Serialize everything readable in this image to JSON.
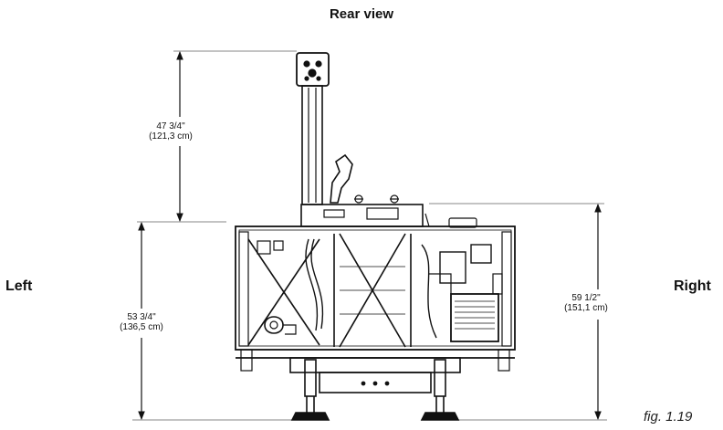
{
  "title": "Rear view",
  "side_labels": {
    "left": "Left",
    "right": "Right"
  },
  "figure_label": "fig. 1.19",
  "dimensions": {
    "column_height": {
      "imperial": "47 3/4\"",
      "metric": "(121,3 cm)"
    },
    "left_height": {
      "imperial": "53 3/4\"",
      "metric": "(136,5 cm)"
    },
    "right_height": {
      "imperial": "59 1/2\"",
      "metric": "(151,1 cm)"
    }
  }
}
